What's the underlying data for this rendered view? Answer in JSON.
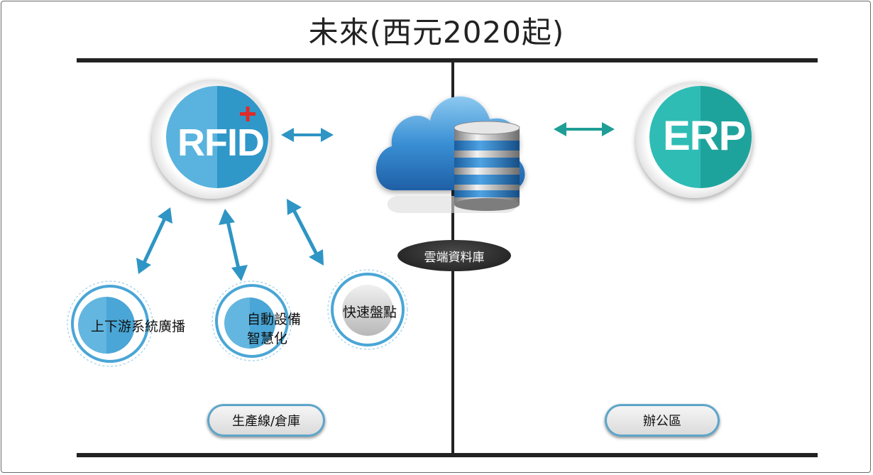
{
  "title": "未來(西元2020起)",
  "rfid": {
    "text": "RFID",
    "plus": "+"
  },
  "erp": {
    "text": "ERP"
  },
  "cloud_label": "雲端資料庫",
  "nodes": [
    {
      "label": "上下游系統廣播"
    },
    {
      "label_line1": "自動設備",
      "label_line2": "智慧化"
    },
    {
      "label": "快速盤點"
    }
  ],
  "zones": {
    "left": "生產線/倉庫",
    "right": "辦公區"
  },
  "colors": {
    "rfid_blue": "#3aa0d0",
    "erp_teal": "#22b3ab",
    "arrow_blue": "#2e95c4",
    "arrow_teal": "#1e9e96",
    "divider": "#222222"
  }
}
